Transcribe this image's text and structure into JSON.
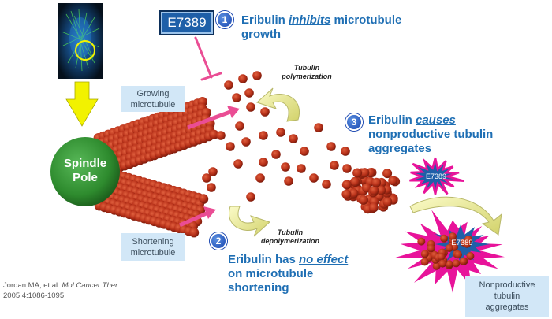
{
  "drug_name": "E7389",
  "spindle": {
    "line1": "Spindle",
    "line2": "Pole"
  },
  "labels": {
    "growing": [
      "Growing",
      "microtubule"
    ],
    "shortening": [
      "Shortening",
      "microtubule"
    ],
    "polymerization": [
      "Tubulin",
      "polymerization"
    ],
    "depolymerization": [
      "Tubulin",
      "depolymerization"
    ],
    "nonproductive": [
      "Nonproductive",
      "tubulin",
      "aggregates"
    ]
  },
  "points": [
    {
      "number": "1",
      "pre": "Eribulin ",
      "em": "inhibits",
      "post": " microtubule",
      "line2": "growth"
    },
    {
      "number": "2",
      "pre": "Eribulin has ",
      "em": "no effect",
      "post": "",
      "line2": "on microtubule",
      "line3": "shortening"
    },
    {
      "number": "3",
      "pre": "Eribulin ",
      "em": "causes",
      "post": "",
      "line2": "nonproductive tubulin",
      "line3": "aggregates"
    }
  ],
  "citation": {
    "authors": "Jordan MA, et al. ",
    "journal": "Mol Cancer Ther.",
    "details": "2005;4:1086-1095."
  },
  "colors": {
    "tubulin_red": "#b9321a",
    "spindle_green": "#2e8b2e",
    "drug_blue": "#1e5fa8",
    "starburst_pink": "#e8139a",
    "text_blue": "#1f6fb4",
    "arrow_yellow": "#f2f200",
    "curved_arrow": "#e6e68a"
  }
}
